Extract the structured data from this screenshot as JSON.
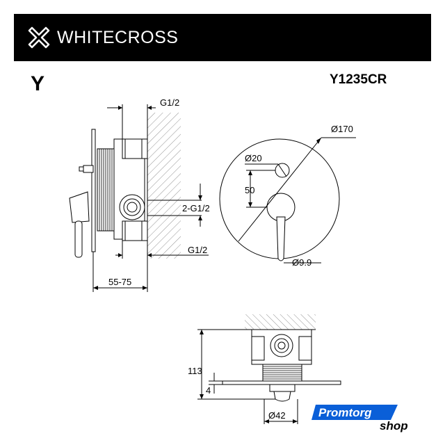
{
  "brand": {
    "name": "WHITECROSS",
    "logo_icon": "whitecross-x-mark-icon"
  },
  "title": {
    "series": "Y",
    "model": "Y1235CR"
  },
  "dimensions": {
    "side_top_thread": "G1/2",
    "side_mid_thread": "2-G1/2",
    "side_bottom_thread": "G1/2",
    "side_depth": "55-75",
    "plate_diameter": "Ø170",
    "button_diameter": "Ø20",
    "handle_offset": "50",
    "handle_diameter": "Ø9.9",
    "top_height": "113",
    "plate_thickness": "4",
    "top_body_diameter": "Ø42"
  },
  "watermark": {
    "line1": "Promtorg",
    "line2": "shop"
  },
  "colors": {
    "header_bg": "#000000",
    "line": "#000000",
    "badge_blue": "#0a5fd8"
  }
}
